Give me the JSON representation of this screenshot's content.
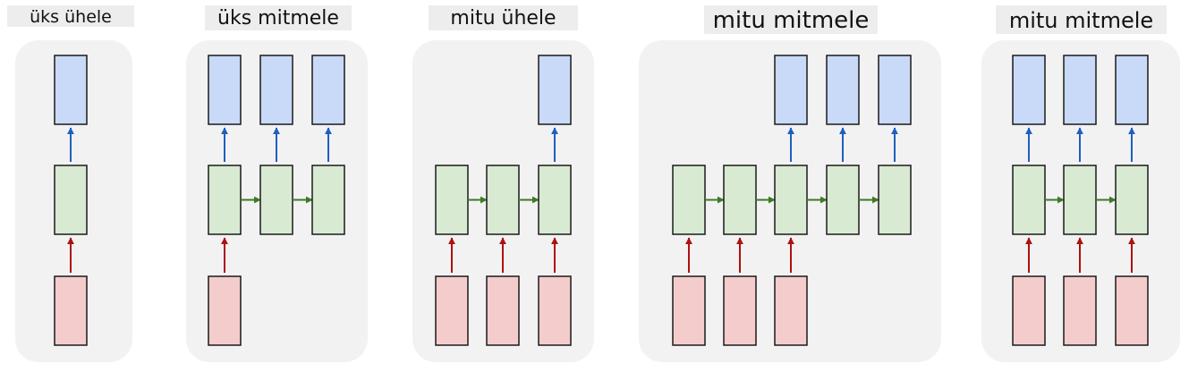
{
  "panels": [
    {
      "title": "üks ühele"
    },
    {
      "title": "üks mitmele"
    },
    {
      "title": "mitu ühele"
    },
    {
      "title": "mitu mitmele"
    },
    {
      "title": "mitu mitmele"
    }
  ],
  "colors": {
    "panel_bg": "#f2f2f2",
    "output_fill": "#c9daf8",
    "hidden_fill": "#d9ead3",
    "input_fill": "#f4cccc",
    "box_stroke": "#1a1a1a",
    "output_arrow": "#1f5fbf",
    "input_arrow": "#b01010",
    "recurrent_arrow": "#3d7a26",
    "title_bg": "#ededed"
  },
  "icons": {
    "input": "input-box",
    "hidden": "hidden-state-box",
    "output": "output-box"
  }
}
